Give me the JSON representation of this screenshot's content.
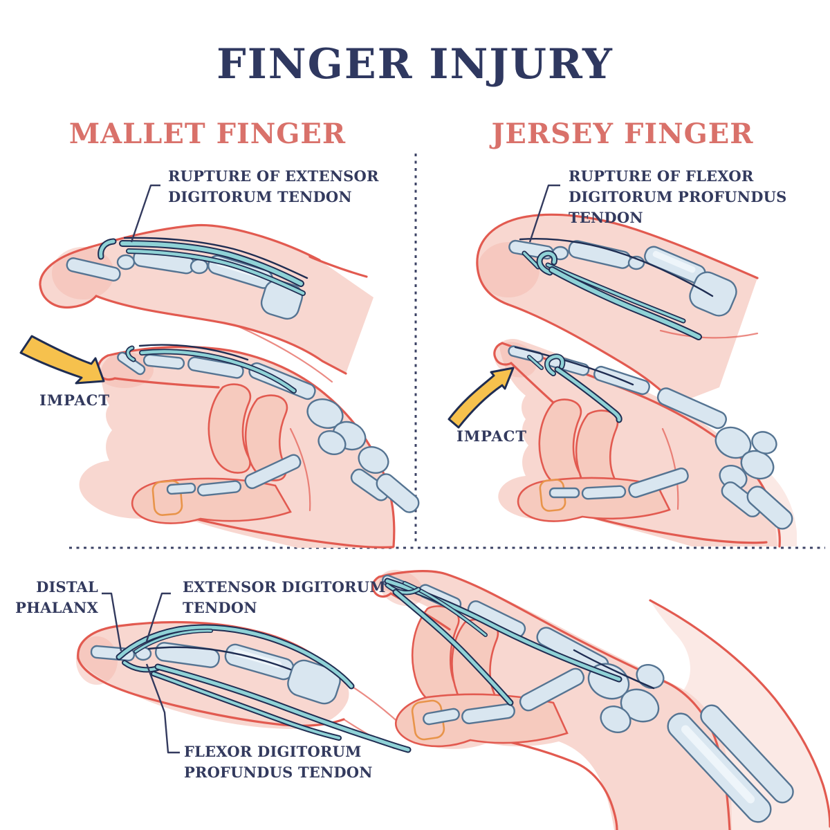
{
  "title": "FINGER INJURY",
  "sections": {
    "mallet": {
      "heading": "MALLET FINGER",
      "annotation_lines": [
        "RUPTURE OF EXTENSOR",
        "DIGITORUM TENDON"
      ],
      "impact_label": "IMPACT"
    },
    "jersey": {
      "heading": "JERSEY FINGER",
      "annotation_lines": [
        "RUPTURE OF FLEXOR",
        "DIGITORUM PROFUNDUS TENDON"
      ],
      "impact_label": "IMPACT"
    },
    "anatomy": {
      "distal_phalanx_lines": [
        "DISTAL",
        "PHALANX"
      ],
      "extensor_lines": [
        "EXTENSOR DIGITORUM",
        "TENDON"
      ],
      "flexor_lines": [
        "FLEXOR DIGITORUM",
        "PROFUNDUS TENDON"
      ]
    }
  },
  "colors": {
    "title_text": "#2f3860",
    "heading_text": "#d9716a",
    "label_text": "#333a5e",
    "skin_outline": "#e25a50",
    "skin_fill": "#f8d7d0",
    "bone_fill": "#d9e6f0",
    "bone_outline": "#557492",
    "tendon_fill": "#8fd2d6",
    "tendon_outline": "#1f2d52",
    "impact_arrow_fill": "#f6c14d",
    "nail_outline": "#e8944a",
    "divider": "#3b4264",
    "background": "#ffffff"
  }
}
